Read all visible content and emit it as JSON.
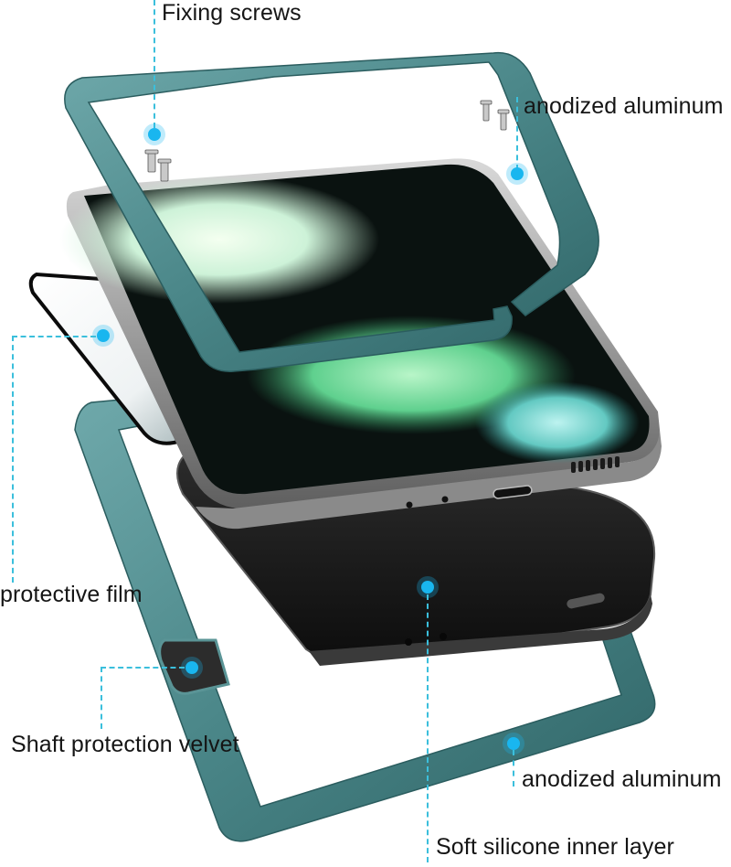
{
  "figure": {
    "subject": "foldable phone protective case exploded view",
    "accent_color": "#19b6ef",
    "frame_color": "#4f8c8e",
    "phone_body_color": "#1a1a1a"
  },
  "callouts": [
    {
      "id": "fixing-screws",
      "label": "Fixing screws"
    },
    {
      "id": "top-frame",
      "label": "anodized aluminum"
    },
    {
      "id": "protective-film",
      "label": "protective film"
    },
    {
      "id": "shaft-velvet",
      "label": "Shaft protection velvet"
    },
    {
      "id": "bottom-frame",
      "label": "anodized aluminum"
    },
    {
      "id": "silicone-layer",
      "label": "Soft silicone inner layer"
    }
  ]
}
